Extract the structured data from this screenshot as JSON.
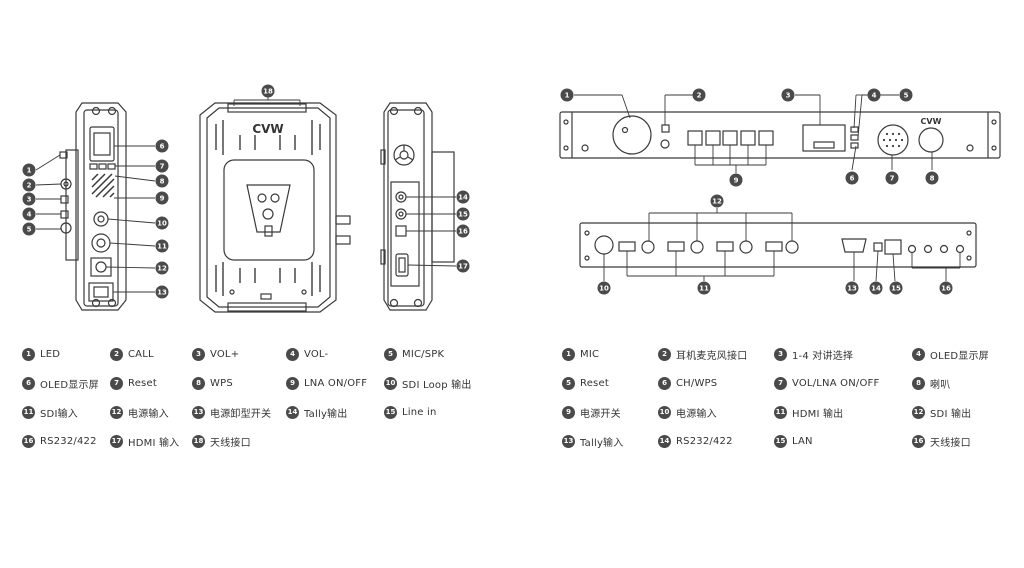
{
  "tx_device": {
    "brand_logo": "CVW",
    "callouts": [
      "1",
      "2",
      "3",
      "4",
      "5",
      "6",
      "7",
      "8",
      "9",
      "10",
      "11",
      "12",
      "13",
      "14",
      "15",
      "16",
      "17",
      "18"
    ],
    "legend": [
      {
        "num": "1",
        "text": "LED"
      },
      {
        "num": "2",
        "text": "CALL"
      },
      {
        "num": "3",
        "text": "VOL+"
      },
      {
        "num": "4",
        "text": "VOL-"
      },
      {
        "num": "5",
        "text": "MIC/SPK"
      },
      {
        "num": "6",
        "text": "OLED显示屏"
      },
      {
        "num": "7",
        "text": "Reset"
      },
      {
        "num": "8",
        "text": "WPS"
      },
      {
        "num": "9",
        "text": "LNA ON/OFF"
      },
      {
        "num": "10",
        "text": "SDI Loop 输出"
      },
      {
        "num": "11",
        "text": "SDI输入"
      },
      {
        "num": "12",
        "text": "电源输入"
      },
      {
        "num": "13",
        "text": "电源卸型开关"
      },
      {
        "num": "14",
        "text": "Tally输出"
      },
      {
        "num": "15",
        "text": "Line in"
      },
      {
        "num": "16",
        "text": "RS232/422"
      },
      {
        "num": "17",
        "text": "HDMI 输入"
      },
      {
        "num": "18",
        "text": "天线接口"
      }
    ]
  },
  "rx_device": {
    "brand_logo": "CVW",
    "callouts": [
      "1",
      "2",
      "3",
      "4",
      "5",
      "6",
      "7",
      "8",
      "9",
      "10",
      "11",
      "12",
      "13",
      "14",
      "15",
      "16"
    ],
    "legend": [
      {
        "num": "1",
        "text": "MIC"
      },
      {
        "num": "2",
        "text": "耳机麦克风接口"
      },
      {
        "num": "3",
        "text": "1-4 对讲选择"
      },
      {
        "num": "4",
        "text": "OLED显示屏"
      },
      {
        "num": "5",
        "text": "Reset"
      },
      {
        "num": "6",
        "text": "CH/WPS"
      },
      {
        "num": "7",
        "text": "VOL/LNA ON/OFF"
      },
      {
        "num": "8",
        "text": "喇叭"
      },
      {
        "num": "9",
        "text": "电源开关"
      },
      {
        "num": "10",
        "text": "电源输入"
      },
      {
        "num": "11",
        "text": "HDMI 输出"
      },
      {
        "num": "12",
        "text": "SDI 输出"
      },
      {
        "num": "13",
        "text": "Tally输入"
      },
      {
        "num": "14",
        "text": "RS232/422"
      },
      {
        "num": "15",
        "text": "LAN"
      },
      {
        "num": "16",
        "text": "天线接口"
      }
    ]
  },
  "colors": {
    "line": "#3a3a3a",
    "callout_fill": "#4a4a4a",
    "callout_text": "#ffffff",
    "panel_fill": "#f4f4f4"
  }
}
